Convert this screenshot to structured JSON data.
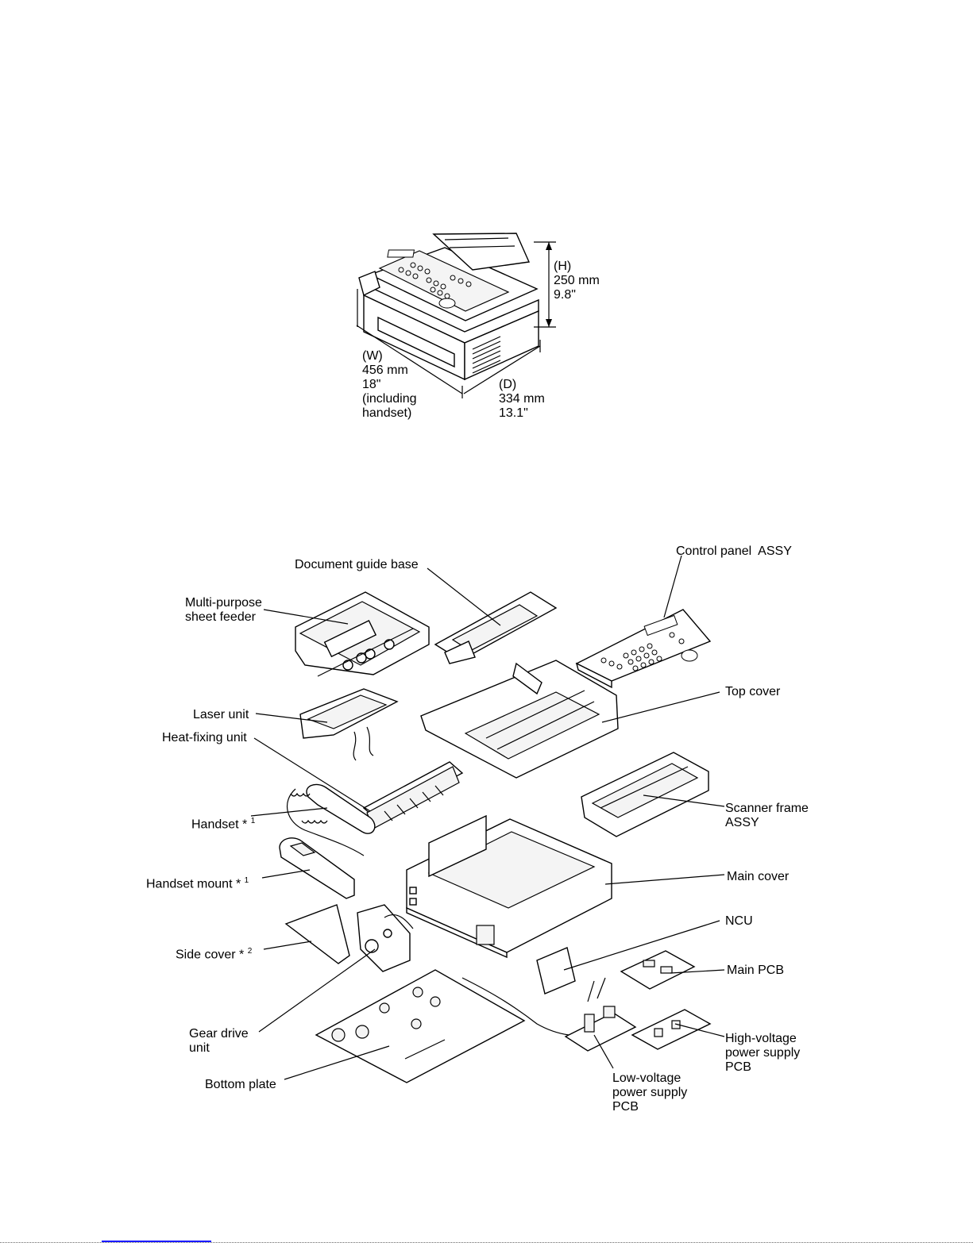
{
  "overview": {
    "height": [
      "(H)",
      "250 mm",
      "9.8\""
    ],
    "width": [
      "(W)",
      "456 mm",
      "18\"",
      "(including",
      "handset)"
    ],
    "depth": [
      "(D)",
      "334 mm",
      "13.1\""
    ]
  },
  "parts": {
    "document_guide_base": "Document guide base",
    "control_panel_assy": "Control panel  ASSY",
    "multi_purpose_sheet_feeder": [
      "Multi-purpose",
      "sheet feeder"
    ],
    "laser_unit": "Laser unit",
    "heat_fixing_unit": "Heat-fixing unit",
    "top_cover": "Top cover",
    "handset": "Handset * ",
    "handset_note": "1",
    "scanner_frame_assy": [
      "Scanner frame",
      "ASSY"
    ],
    "handset_mount": "Handset mount * ",
    "handset_mount_note": "1",
    "main_cover": "Main cover",
    "ncu": "NCU",
    "side_cover": "Side cover * ",
    "side_cover_note": "2",
    "main_pcb": "Main PCB",
    "gear_drive_unit": [
      "Gear drive",
      "unit"
    ],
    "high_voltage_pcb": [
      "High-voltage",
      "power supply",
      "PCB"
    ],
    "bottom_plate": "Bottom plate",
    "low_voltage_pcb": [
      "Low-voltage",
      "power supply",
      "PCB"
    ]
  }
}
